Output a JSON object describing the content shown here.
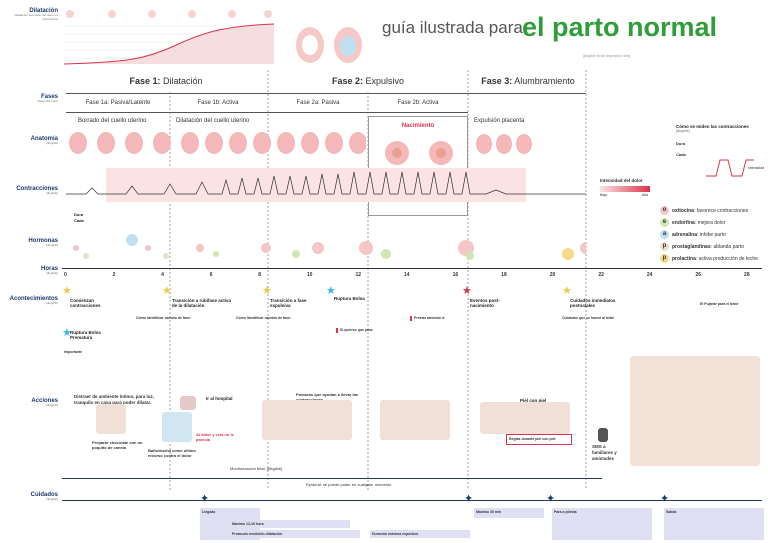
{
  "title": {
    "prefix": "guía ilustrada para",
    "main": "el parto normal"
  },
  "intro_text": "[illegible small description text]",
  "rows": [
    {
      "name": "Dilatación",
      "desc": "Dilatación del cuello del útero en centímetros"
    },
    {
      "name": "Fases",
      "desc": "Fases del parto"
    },
    {
      "name": "Anatomía",
      "desc": "[illegible]"
    },
    {
      "name": "Contracciones",
      "desc": "[illegible]"
    },
    {
      "name": "Hormonas",
      "desc": "[illegible]"
    },
    {
      "name": "Horas",
      "desc": "[illegible]"
    },
    {
      "name": "Acontecimientos",
      "desc": "[illegible]"
    },
    {
      "name": "Acciones",
      "desc": "[illegible]"
    },
    {
      "name": "Cuidados",
      "desc": "[illegible]"
    }
  ],
  "phases": [
    {
      "bold": "Fase 1:",
      "label": " Dilatación"
    },
    {
      "bold": "Fase 2:",
      "label": " Expulsivo"
    },
    {
      "bold": "Fase 3:",
      "label": " Alumbramiento"
    }
  ],
  "subphases": [
    "Fase 1a: Pasiva/Latente",
    "Fase 1b: Activa",
    "Fase 2a: Pasiva",
    "Fase 2b: Activa"
  ],
  "anatomy_labels": [
    "Borrado del cuello uterino",
    "Dilatación del cuello uterino",
    "Nacimiento",
    "Expulsión placenta"
  ],
  "contraction_box": {
    "title": "Cómo se miden las contracciones",
    "desc": "[illegible]",
    "duracion": "Dura",
    "cada": "Cada",
    "intensidad": "Intensidad"
  },
  "pain": {
    "label": "Intensidad del dolor",
    "low": "Baja",
    "high": "Alta"
  },
  "hormones": [
    {
      "letter": "o",
      "name": "oxitocina",
      "desc": "favorece contracciones",
      "color": "#f4c6c6"
    },
    {
      "letter": "e",
      "name": "endorfina",
      "desc": "mejora dolor",
      "color": "#cfe6b0"
    },
    {
      "letter": "a",
      "name": "adrenalina",
      "desc": "inhibe parto",
      "color": "#bfe0f2"
    },
    {
      "letter": "p",
      "name": "prostaglandinas",
      "desc": "ablanda parto",
      "color": "#e8e0c8"
    },
    {
      "letter": "p",
      "name": "prolactina",
      "desc": "activa producción de leche",
      "color": "#f7d98a"
    }
  ],
  "hours": [
    "0",
    "2",
    "4",
    "6",
    "8",
    "10",
    "12",
    "14",
    "16",
    "18",
    "20",
    "22",
    "24",
    "26",
    "28"
  ],
  "events": [
    "Comienzan contracciones",
    "Transición a rubifase activa de la dilatación",
    "Transición a fase expulsiva",
    "Ruptura Bolsa",
    "Eventos post-nacimiento",
    "Cuidados inmediatos postnatales",
    "Ruptura Bolsa Prematura"
  ],
  "care_titles": [
    "Cómo identificar cambio de fase:",
    "Cómo identificar cambio de fase:",
    "Si quieres que pase",
    "Prestar atención a",
    "Cuidados que se hacen al bebé",
    "Importante",
    "El Pujante para el bebé"
  ],
  "actions": [
    "Distraer de ambiente íntimo, para luz, tranquilo en casa para poder dilatar.",
    "Ir al hospital",
    "Posturas que ayudan a llevar las contracciones",
    "Piel con piel",
    "Preparar chocolate con un poquito de canela",
    "Baño/ducha como último recurso contra el dolor",
    "Al dolor y vela no le parecía",
    "SMS a familiares y amistades",
    "Reglas durante piel con piel"
  ],
  "nutrition": [
    "Epidural: se puede poder en cualquier momento",
    "Monitorización fetal: [illegible]"
  ],
  "bottom_labels": [
    "Llegada",
    "Máximo 12-16 hora",
    "Protocolo medición dilatación",
    "Duración máxima expulsivo",
    "Máximo 30 min",
    "Para a pliesta",
    "Salida"
  ],
  "colors": {
    "accent": "#2f9e3a",
    "navy": "#1d3a6b",
    "red": "#d9344a",
    "lilac": "#dfe0f4"
  }
}
